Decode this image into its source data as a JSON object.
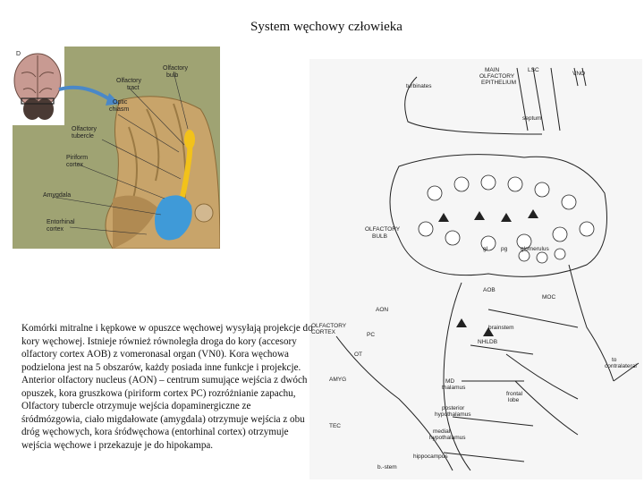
{
  "title": "System węchowy człowieka",
  "brain_figure": {
    "labels": {
      "olfactory_bulb": [
        "Olfactory",
        "bulb"
      ],
      "olfactory_tract": [
        "Olfactory",
        "tract"
      ],
      "optic_chiasm": [
        "Optic",
        "chiasm"
      ],
      "olfactory_tubercle": [
        "Olfactory",
        "tubercle"
      ],
      "piriform_cortex": [
        "Piriform",
        "cortex"
      ],
      "amygdala": [
        "Amygdala"
      ],
      "entorhinal_cortex": [
        "Entorhinal",
        "cortex"
      ]
    },
    "colors": {
      "bulb": "#f2c21a",
      "amygdala": "#3f9ad8",
      "brain": "#c8a46a",
      "background": "#9fa373"
    }
  },
  "diagram": {
    "labels": {
      "main_olfactory_epithelium": [
        "MAIN",
        "OLFACTORY",
        "EPITHELIUM"
      ],
      "lsc": "LSC",
      "vno": "VNO",
      "turbinates": "turbinates",
      "septum": "septum",
      "olfactory_bulb": [
        "OLFACTORY",
        "BULB"
      ],
      "gl": "gl",
      "pg": "pg",
      "glomerulus": "glomerulus",
      "aob": "AOB",
      "moc": "MOC",
      "aon": "AON",
      "olfactory_cortex": [
        "OLFACTORY",
        "CORTEX"
      ],
      "pc": "PC",
      "brainstem": "brainstem",
      "nhldb": "NHLDB",
      "ot": "OT",
      "amyg": "AMYG",
      "md_thalamus": [
        "MD",
        "thalamus"
      ],
      "frontal_lobe": [
        "frontal",
        "lobe"
      ],
      "to_contralateral": [
        "to",
        "contralateral"
      ],
      "posterior_hypothalamus": [
        "posterior",
        "hypothalamus"
      ],
      "medial_hypothalamus": [
        "medial",
        "hypothalamus"
      ],
      "tec": "TEC",
      "hippocampus": "hippocampus",
      "b_stem": "b.-stem"
    }
  },
  "body_text": "Komórki mitralne i kępkowe w opuszce węchowej wysyłają projekcje do kory węchowej. Istnieje również równoległa droga do kory (accesory olfactory cortex AOB) z vomeronasal organ (VN0). Kora węchowa podzielona jest na 5 obszarów, każdy posiada inne funkcje i projekcje. Anterior olfactory nucleus (AON) – centrum sumujące wejścia z dwóch opuszek, kora gruszkowa (piriform cortex PC) rozróżnianie zapachu, Olfactory tubercle otrzymuje wejścia dopaminergiczne ze śródmózgowia, ciało migdałowate (amygdala) otrzymuje wejścia z obu dróg węchowych, kora śródwęchowa (entorhinal cortex) otrzymuje wejścia węchowe i przekazuje je do hipokampa."
}
